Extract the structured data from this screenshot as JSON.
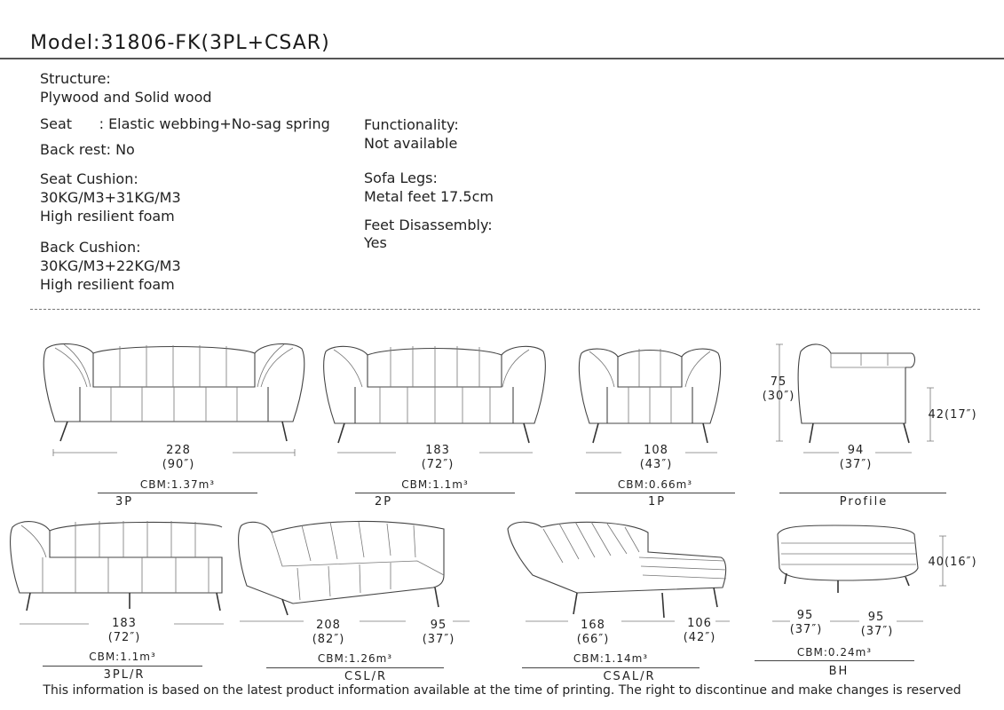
{
  "model": "Model:31806-FK(3PL+CSAR)",
  "specs": {
    "structure_label": "Structure:",
    "structure_value": "Plywood and Solid wood",
    "seat": "Seat      : Elastic webbing+No-sag spring",
    "back_rest": "Back rest: No",
    "seat_cushion_label": "Seat Cushion:",
    "seat_cushion_density": "30KG/M3+31KG/M3",
    "seat_cushion_foam": "High resilient foam",
    "back_cushion_label": "Back Cushion:",
    "back_cushion_density": "30KG/M3+22KG/M3",
    "back_cushion_foam": "High resilient foam",
    "functionality_label": "Functionality:",
    "functionality_value": "Not available",
    "legs_label": "Sofa Legs:",
    "legs_value": "Metal feet 17.5cm",
    "feet_disassembly_label": "Feet Disassembly:",
    "feet_disassembly_value": "Yes"
  },
  "products": {
    "p3": {
      "width_cm": "228",
      "width_in": "(90″)",
      "cbm": "CBM:1.37m³",
      "code": "3P"
    },
    "p2": {
      "width_cm": "183",
      "width_in": "(72″)",
      "cbm": "CBM:1.1m³",
      "code": "2P"
    },
    "p1": {
      "width_cm": "108",
      "width_in": "(43″)",
      "cbm": "CBM:0.66m³",
      "code": "1P"
    },
    "profile": {
      "height_cm": "75",
      "height_in": "(30″)",
      "seat_height": "42(17″)",
      "depth_cm": "94",
      "depth_in": "(37″)",
      "code": "Profile"
    },
    "p3pl": {
      "width_cm": "183",
      "width_in": "(72″)",
      "cbm": "CBM:1.1m³",
      "code": "3PL/R"
    },
    "csl": {
      "width_cm": "208",
      "width_in": "(82″)",
      "depth_cm": "95",
      "depth_in": "(37″)",
      "cbm": "CBM:1.26m³",
      "code": "CSL/R"
    },
    "csal": {
      "width_cm": "168",
      "width_in": "(66″)",
      "depth_cm": "106",
      "depth_in": "(42″)",
      "cbm": "CBM:1.14m³",
      "code": "CSAL/R"
    },
    "bh": {
      "height": "40(16″)",
      "width_cm": "95",
      "width_in": "(37″)",
      "depth_cm": "95",
      "depth_in": "(37″)",
      "cbm": "CBM:0.24m³",
      "code": "BH"
    }
  },
  "footer": "This information is based on the latest product information available at the time of printing. The right to discontinue and make changes is reserved"
}
